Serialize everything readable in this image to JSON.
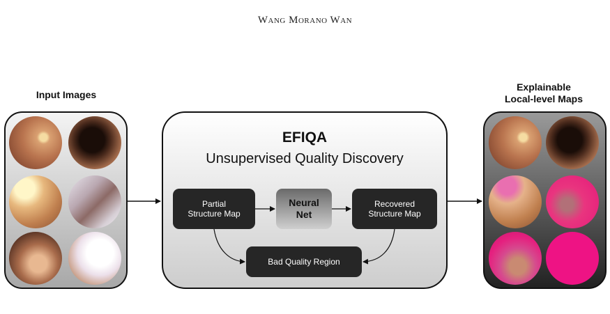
{
  "header": {
    "authors": "Wang Morano Wan"
  },
  "input_panel": {
    "title": "Input Images"
  },
  "output_panel": {
    "title_line1": "Explainable",
    "title_line2": "Local-level Maps"
  },
  "main": {
    "title": "EFIQA",
    "subtitle": "Unsupervised Quality Discovery",
    "nodes": {
      "partial_line1": "Partial",
      "partial_line2": "Structure Map",
      "net_line1": "Neural",
      "net_line2": "Net",
      "recovered_line1": "Recovered",
      "recovered_line2": "Structure Map",
      "bad": "Bad Quality Region"
    }
  },
  "colors": {
    "fundus_orange": "#c8865a",
    "highlight_magenta": "#e6247f",
    "node_dark": "#262626"
  }
}
